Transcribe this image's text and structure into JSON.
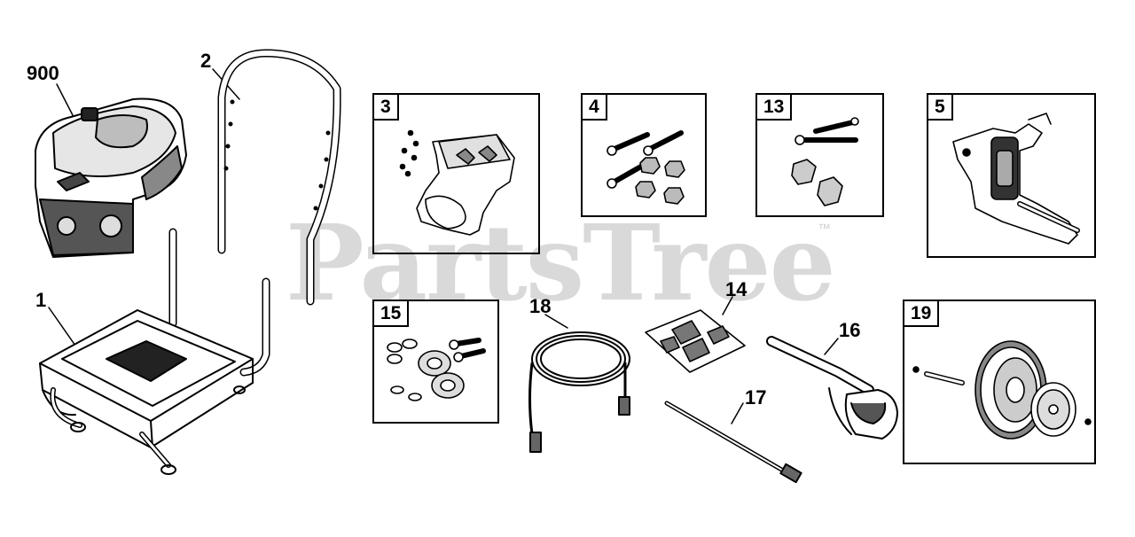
{
  "watermark": {
    "text": "PartsTree",
    "trademark": "™"
  },
  "callouts": {
    "engine": "900",
    "handle": "2",
    "frame": "1",
    "hose": "18",
    "nozzle_bag": "14",
    "gun": "16",
    "wand": "17"
  },
  "boxes": {
    "pump_bracket_kit": "3",
    "bolt_kit": "4",
    "handle_hardware": "13",
    "pump": "5",
    "wheel_hardware": "15",
    "wheel_kit": "19"
  },
  "colors": {
    "line": "#000000",
    "watermark": "#d9d9d9",
    "background": "#ffffff"
  }
}
